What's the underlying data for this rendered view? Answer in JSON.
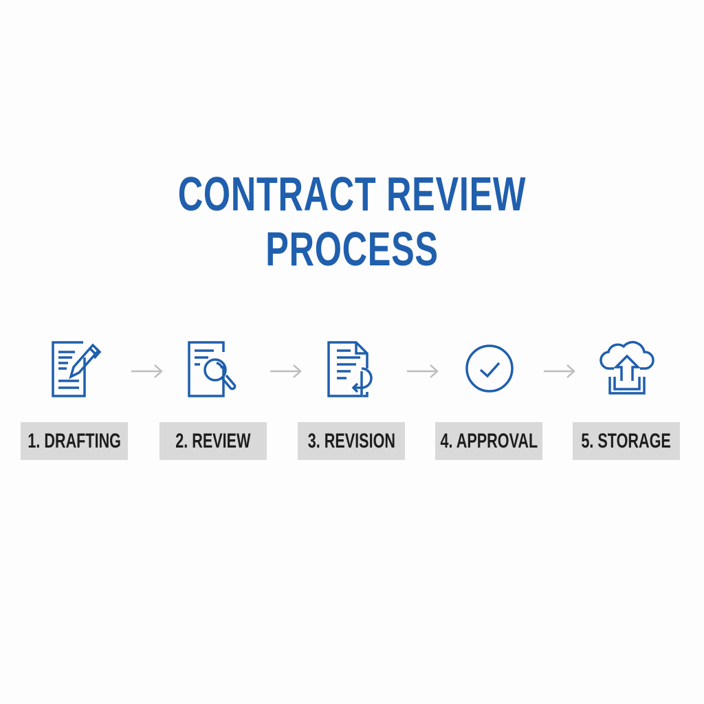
{
  "title": "CONTRACT REVIEW PROCESS",
  "colors": {
    "accent": "#1f5fad",
    "arrow": "#bdbdbd",
    "label_bg": "#d9d9d9",
    "label_text": "#1d1d1d"
  },
  "steps": [
    {
      "label": "1. DRAFTING",
      "icon": "document-pencil-icon"
    },
    {
      "label": "2. REVIEW",
      "icon": "document-magnifier-icon"
    },
    {
      "label": "3. REVISION",
      "icon": "document-revision-icon"
    },
    {
      "label": "4. APPROVAL",
      "icon": "check-circle-icon"
    },
    {
      "label": "5. STORAGE",
      "icon": "cloud-upload-icon"
    }
  ]
}
